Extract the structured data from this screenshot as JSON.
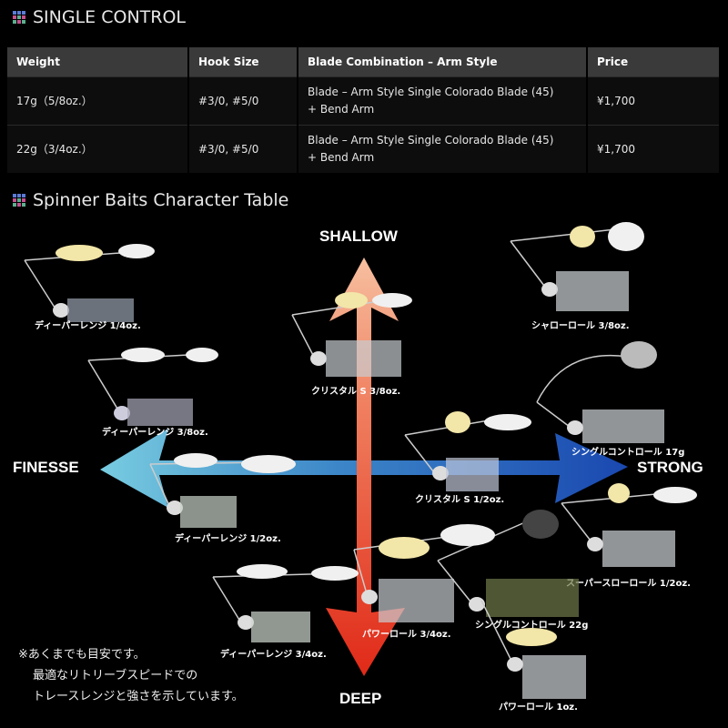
{
  "section1": {
    "title": "SINGLE CONTROL"
  },
  "table": {
    "headers": [
      "Weight",
      "Hook Size",
      "Blade Combination – Arm Style",
      "Price"
    ],
    "rows": [
      {
        "weight": "17g（5/8oz.）",
        "hook": "#3/0, #5/0",
        "blade_line1": "Blade – Arm Style Single Colorado Blade (45)",
        "blade_line2": "+ Bend Arm",
        "price": "¥1,700"
      },
      {
        "weight": "22g（3/4oz.）",
        "hook": "#3/0, #5/0",
        "blade_line1": "Blade – Arm Style Single Colorado Blade (45)",
        "blade_line2": "+ Bend Arm",
        "price": "¥1,700"
      }
    ]
  },
  "section2": {
    "title": "Spinner Baits Character Table"
  },
  "chart": {
    "axis": {
      "top": "SHALLOW",
      "bottom": "DEEP",
      "left": "FINESSE",
      "right": "STRONG"
    },
    "lures": [
      "ディーパーレンジ 1/4oz.",
      "ディーパーレンジ 3/8oz.",
      "ディーパーレンジ 1/2oz.",
      "ディーパーレンジ 3/4oz.",
      "クリスタル S 3/8oz.",
      "クリスタル S 1/2oz.",
      "シャローロール 3/8oz.",
      "シングルコントロール 17g",
      "スーパースローロール 1/2oz.",
      "シングルコントロール 22g",
      "パワーロール 3/4oz.",
      "パワーロール 1oz."
    ],
    "note": [
      "※あくまでも目安です。",
      "最適なリトリーブスピードでの",
      "トレースレンジと強さを示しています。"
    ]
  },
  "colors": {
    "background": "#000000",
    "header_bg": "#3a3a3a",
    "arrow_shallow": "#f0a080",
    "arrow_deep": "#e03020",
    "arrow_finesse": "#6ac0d8",
    "arrow_strong": "#2050b0"
  }
}
